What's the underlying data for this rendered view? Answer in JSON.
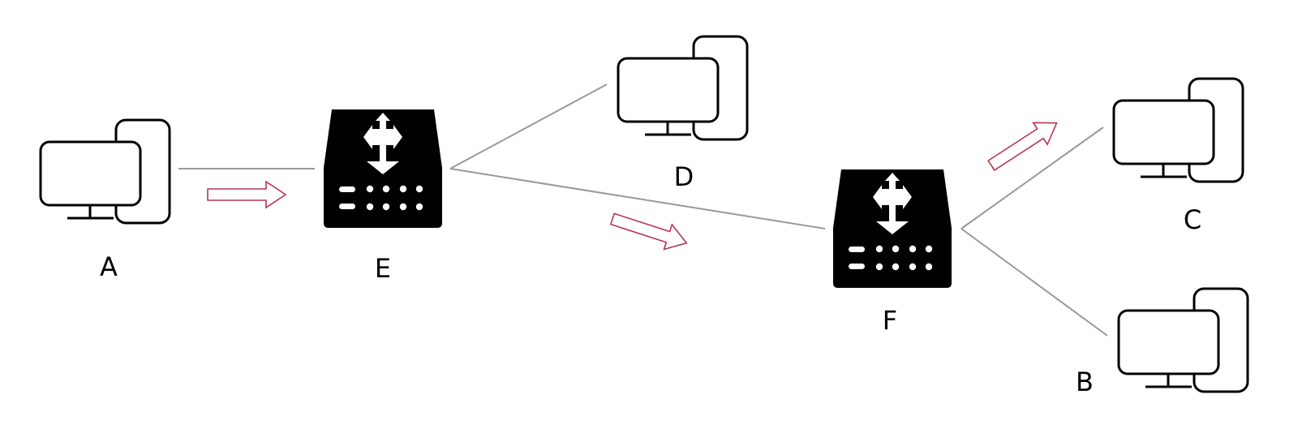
{
  "nodes": {
    "A": {
      "label": "A",
      "kind": "computer"
    },
    "B": {
      "label": "B",
      "kind": "computer"
    },
    "C": {
      "label": "C",
      "kind": "computer"
    },
    "D": {
      "label": "D",
      "kind": "computer"
    },
    "E": {
      "label": "E",
      "kind": "router"
    },
    "F": {
      "label": "F",
      "kind": "router"
    }
  },
  "links": [
    {
      "from": "A",
      "to": "E"
    },
    {
      "from": "E",
      "to": "D"
    },
    {
      "from": "E",
      "to": "F"
    },
    {
      "from": "F",
      "to": "C"
    },
    {
      "from": "F",
      "to": "B"
    }
  ],
  "flow_path": [
    "A",
    "E",
    "F",
    "C"
  ],
  "colors": {
    "link": "#999999",
    "flow_arrow": "#b5364e",
    "device": "#000000",
    "background": "#ffffff"
  },
  "icons": {
    "computer": "desktop-computer-icon",
    "router": "router-icon"
  }
}
